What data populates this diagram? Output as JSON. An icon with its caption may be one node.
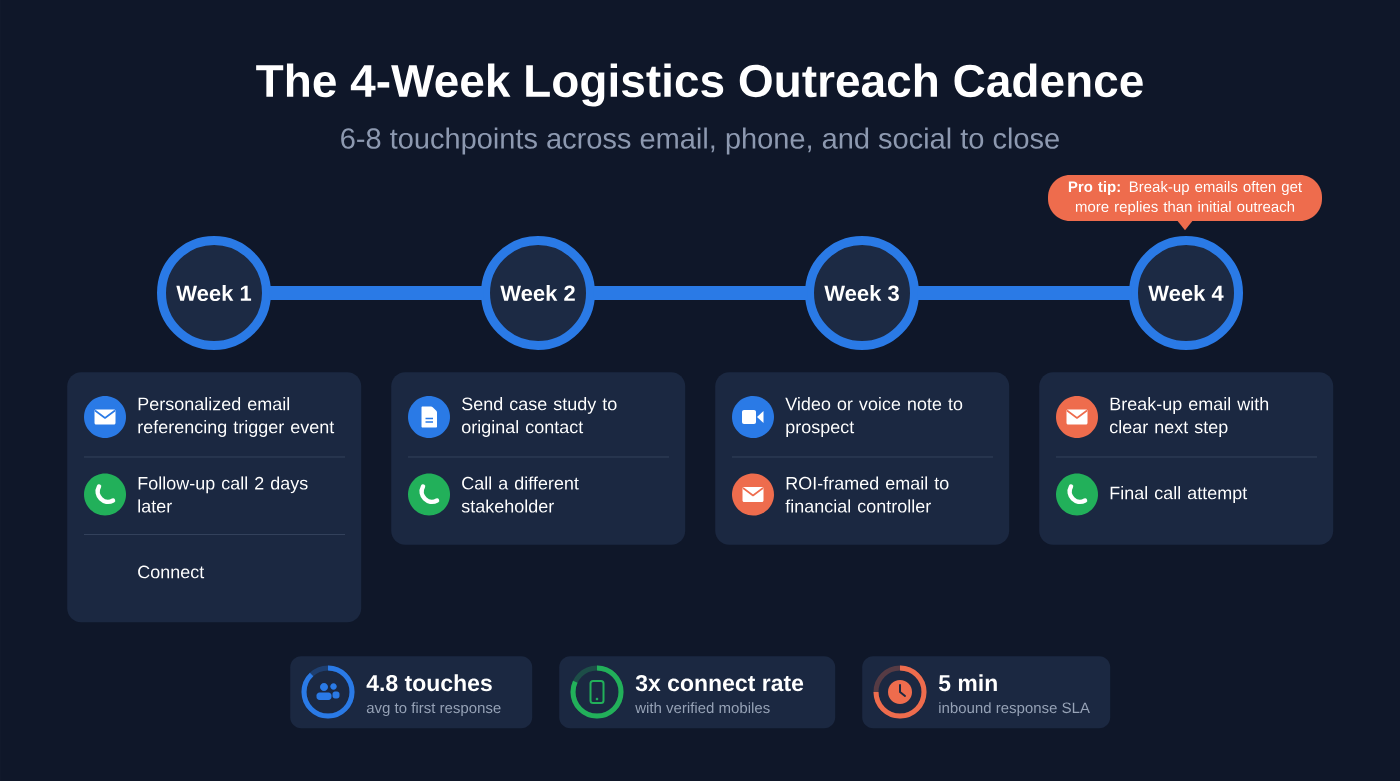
{
  "diagram": {
    "title": "The 4-Week Logistics Outreach Cadence",
    "nodes": [
      {
        "text": [
          "**Pro tip:** Break-up emails often get more replies than initial outreach"
        ]
      },
      {
        "text": [
          "Week 1"
        ]
      },
      {
        "text": [
          "Week 2"
        ]
      },
      {
        "text": [
          "Week 3"
        ]
      },
      {
        "text": [
          "Week 4"
        ]
      },
      {
        "text": [
          "Personalized email referencing trigger event",
          "Follow-up call 2 days later",
          "Connect"
        ]
      },
      {
        "text": [
          "Send case study to original contact",
          "Call a different stakeholder"
        ]
      },
      {
        "text": [
          "Video or voice note to prospect",
          "ROI-framed email to financial controller"
        ]
      },
      {
        "text": [
          "Break-up email with clear next step",
          "Final call attempt"
        ]
      },
      {
        "text": [
          "4.8 touches",
          "avg to first response"
        ]
      },
      {
        "text": [
          "3x connect rate",
          "with verified mobiles"
        ]
      },
      {
        "text": [
          "5 min",
          "inbound response SLA"
        ]
      }
    ],
    "edges": [
      {
        "from": 1,
        "to": 2,
        "arrow": "none"
      },
      {
        "from": 2,
        "to": 3,
        "arrow": "none"
      },
      {
        "from": 3,
        "to": 4,
        "arrow": "none"
      }
    ],
    "labels": [
      "6-8 touchpoints across email, phone, and social to close"
    ]
  }
}
